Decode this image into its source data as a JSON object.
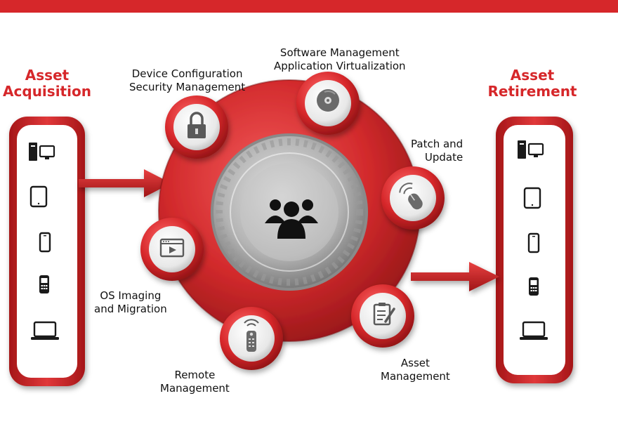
{
  "colors": {
    "accent": "#d6272a",
    "dark": "#1a1a1a"
  },
  "left_panel": {
    "title_line1": "Asset",
    "title_line2": "Acquisition",
    "icons": [
      "desktop-computer-icon",
      "tablet-icon",
      "smartphone-icon",
      "feature-phone-icon",
      "laptop-icon"
    ]
  },
  "right_panel": {
    "title_line1": "Asset",
    "title_line2": "Retirement",
    "icons": [
      "desktop-computer-icon",
      "tablet-icon",
      "smartphone-icon",
      "feature-phone-icon",
      "laptop-icon"
    ]
  },
  "center": {
    "icon": "users-group-icon"
  },
  "stages": [
    {
      "id": "device-config",
      "icon": "padlock-icon",
      "lines": [
        "Device Configuration",
        "Security Management"
      ]
    },
    {
      "id": "software",
      "icon": "disc-icon",
      "lines": [
        "Software Management",
        "Application Virtualization"
      ]
    },
    {
      "id": "patch",
      "icon": "wireless-mouse-icon",
      "lines": [
        "Patch and",
        "Update"
      ]
    },
    {
      "id": "asset-mgmt",
      "icon": "clipboard-icon",
      "lines": [
        "Asset",
        "Management"
      ]
    },
    {
      "id": "remote",
      "icon": "remote-control-icon",
      "lines": [
        "Remote",
        "Management"
      ]
    },
    {
      "id": "os-imaging",
      "icon": "video-window-icon",
      "lines": [
        "OS Imaging",
        "and Migration"
      ]
    }
  ]
}
